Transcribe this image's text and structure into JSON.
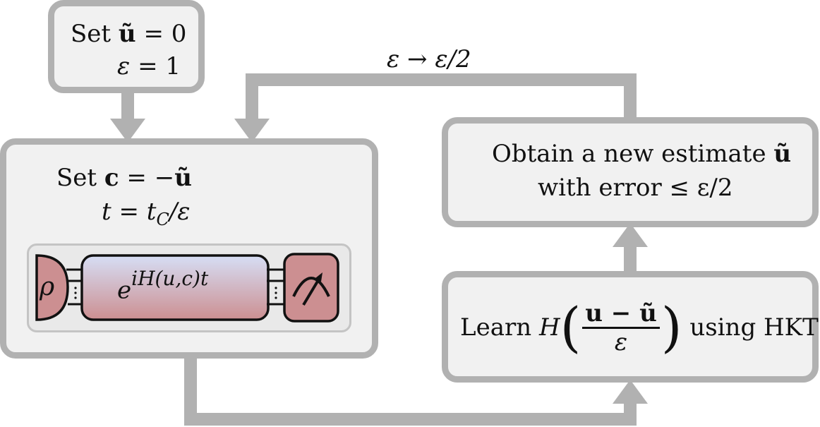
{
  "init_box": {
    "line1_prefix": "Set",
    "line1_var": "ũ",
    "line1_rel": "= 0",
    "line2_var": "ε",
    "line2_rel": "= 1"
  },
  "loop_label": "ε → ε/2",
  "main_box": {
    "line1_prefix": "Set",
    "line1_var": "c",
    "line1_rel": "= −",
    "line1_var2": "ũ",
    "line2_lhs": "t",
    "line2_rel": "= t",
    "line2_sub": "C",
    "line2_tail": "/ε"
  },
  "circuit": {
    "state_symbol": "ρ",
    "evolution_base": "e",
    "evolution_exponent": "iH(u,c)t",
    "measure_icon": "meter-icon"
  },
  "estimate_box": {
    "line1_prefix": "Obtain a new estimate",
    "line1_var": "ũ",
    "line2": "with error ≤ ε/2"
  },
  "learn_box": {
    "prefix": "Learn",
    "func": "H",
    "numerator": "u − ũ",
    "denominator": "ε",
    "suffix": "using HKT"
  },
  "colors": {
    "box_border": "#b1b1b1",
    "box_fill": "#f1f1f1",
    "arrow": "#b1b1b1",
    "rose": "#cc8f91",
    "lavender": "#d6def5"
  }
}
